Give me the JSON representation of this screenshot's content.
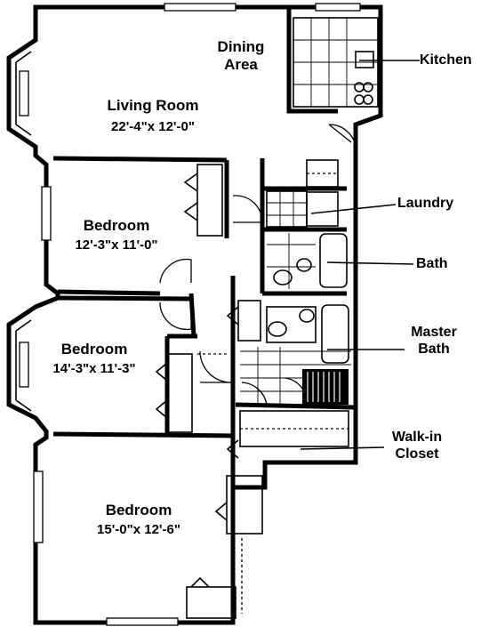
{
  "rooms": {
    "dining": {
      "label_line1": "Dining",
      "label_line2": "Area"
    },
    "living": {
      "label": "Living Room",
      "dims": "22'-4\"x 12'-0\""
    },
    "bedroom1": {
      "label": "Bedroom",
      "dims": "12'-3\"x 11'-0\""
    },
    "bedroom2": {
      "label": "Bedroom",
      "dims": "14'-3\"x 11'-3\""
    },
    "bedroom3": {
      "label": "Bedroom",
      "dims": "15'-0\"x 12'-6\""
    }
  },
  "callouts": {
    "kitchen": "Kitchen",
    "laundry": "Laundry",
    "bath": "Bath",
    "master_bath_line1": "Master",
    "master_bath_line2": "Bath",
    "walkin_line1": "Walk-in",
    "walkin_line2": "Closet"
  }
}
